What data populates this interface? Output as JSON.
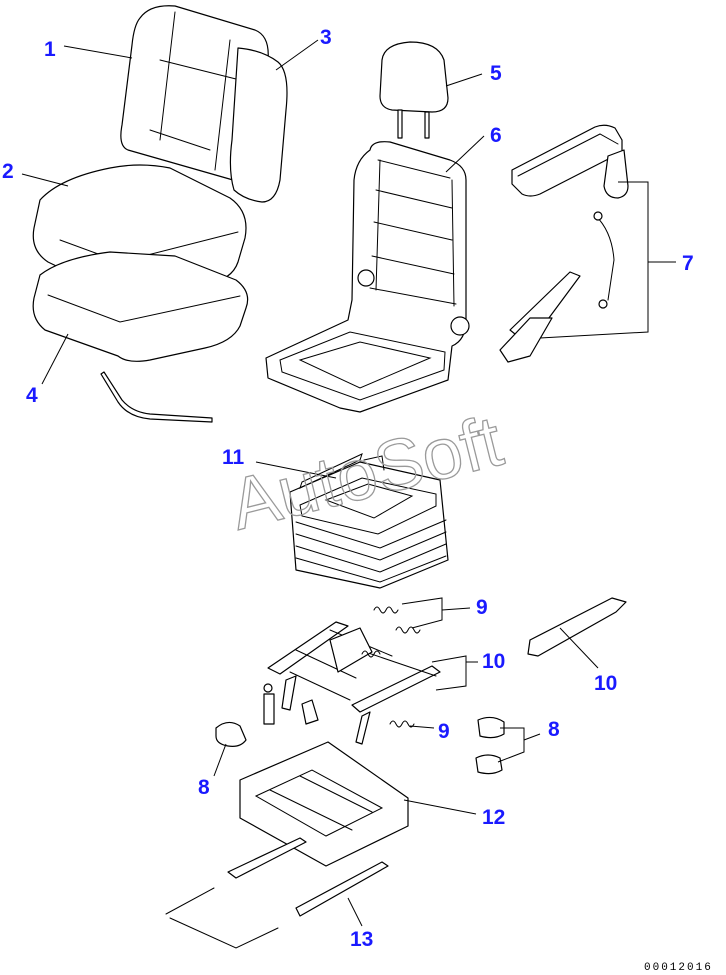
{
  "watermark": "AutoSoft",
  "drawing_code": "00012016",
  "callouts": {
    "c1": "1",
    "c2": "2",
    "c3": "3",
    "c4": "4",
    "c5": "5",
    "c6": "6",
    "c7": "7",
    "c8a": "8",
    "c8b": "8",
    "c9a": "9",
    "c9b": "9",
    "c10a": "10",
    "c10b": "10",
    "c11": "11",
    "c12": "12",
    "c13": "13"
  },
  "colors": {
    "callout": "#1a1aff",
    "line": "#000000",
    "watermark": "#9a9a9a"
  }
}
